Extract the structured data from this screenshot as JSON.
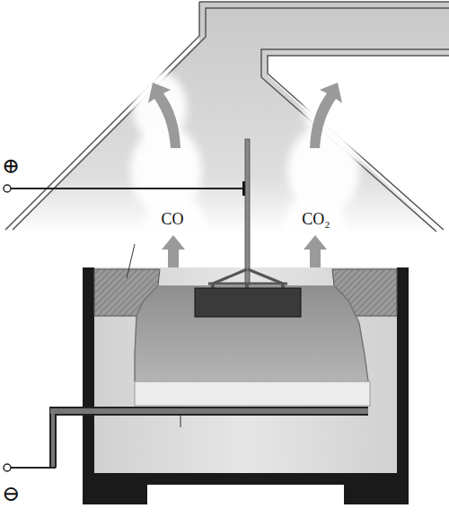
{
  "diagram": {
    "labels": [
      "⊕",
      "CO",
      "CO₂",
      "⊖"
    ]
  }
}
